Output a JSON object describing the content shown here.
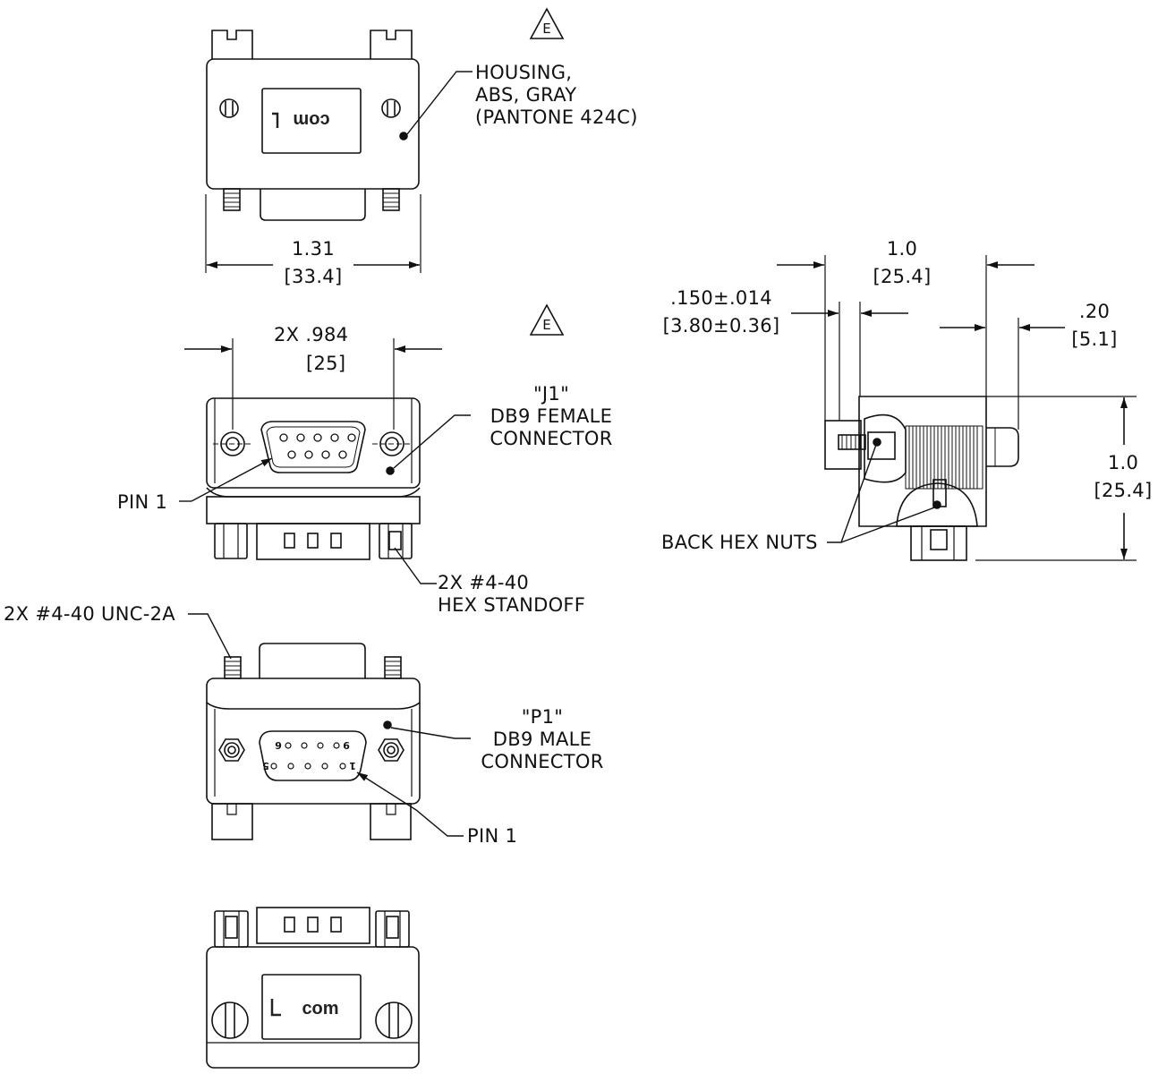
{
  "revision": "E",
  "logo": "com",
  "views": {
    "top": {
      "callout": [
        "HOUSING,",
        "ABS, GRAY",
        "(PANTONE 424C)"
      ],
      "width_in": "1.31",
      "width_mm": "[33.4]"
    },
    "front": {
      "spacing_in": "2X .984",
      "spacing_mm": "[25]",
      "connector": [
        "\"J1\"",
        "DB9 FEMALE",
        "CONNECTOR"
      ],
      "pin": "PIN 1",
      "standoff": [
        "2X #4-40",
        "HEX STANDOFF"
      ]
    },
    "rear": {
      "screw": "2X #4-40 UNC-2A",
      "connector": [
        "\"P1\"",
        "DB9 MALE",
        "CONNECTOR"
      ],
      "pin": "PIN 1",
      "pin_numbers": [
        "6",
        "9",
        "5",
        "1"
      ]
    },
    "side": {
      "width_in": "1.0",
      "width_mm": "[25.4]",
      "flange_in": ".150±.014",
      "flange_mm": "[3.80±0.36]",
      "offset_in": ".20",
      "offset_mm": "[5.1]",
      "height_in": "1.0",
      "height_mm": "[25.4]",
      "nuts": "BACK HEX NUTS"
    }
  }
}
